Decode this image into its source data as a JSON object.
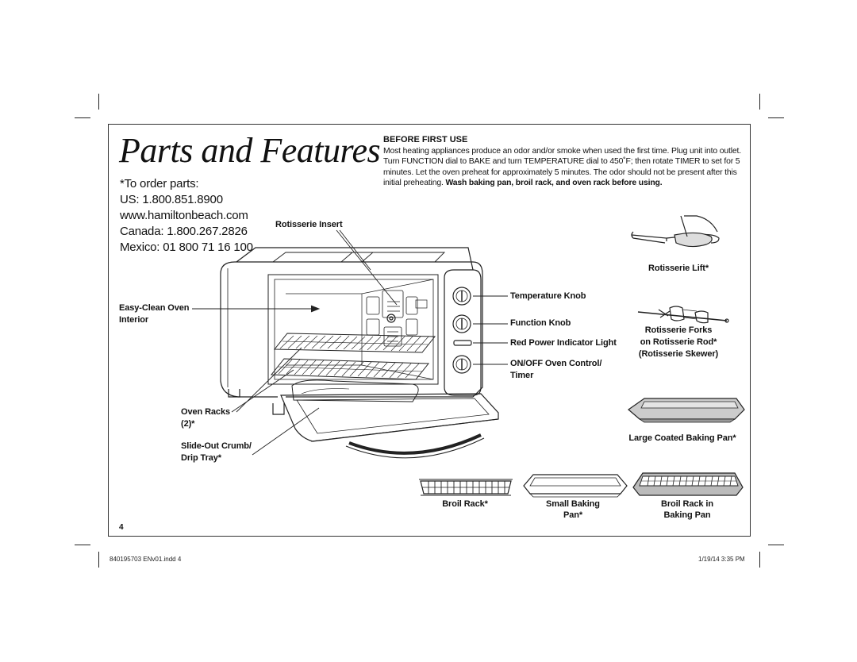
{
  "page": {
    "title": "Parts and Features",
    "page_number": "4"
  },
  "contact": {
    "order_parts": "*To order parts:",
    "us": "US: 1.800.851.8900",
    "website": "www.hamiltonbeach.com",
    "canada": "Canada: 1.800.267.2826",
    "mexico": "Mexico: 01 800 71 16 100"
  },
  "before_first_use": {
    "heading": "BEFORE FIRST USE",
    "body": "Most heating appliances produce an odor and/or smoke when used the first time. Plug unit into outlet. Turn FUNCTION dial to BAKE and turn TEMPERATURE dial to 450˚F; then rotate TIMER to set for 5 minutes. Let the oven preheat for approximately 5 minutes. The odor should not be present after this initial preheating.",
    "body_bold": "Wash baking pan, broil rack, and oven rack before using."
  },
  "labels": {
    "rotisserie_insert": "Rotisserie Insert",
    "easy_clean_1": "Easy-Clean Oven",
    "easy_clean_2": "Interior",
    "temperature_knob": "Temperature Knob",
    "function_knob": "Function Knob",
    "red_power": "Red Power Indicator Light",
    "onoff_1": "ON/OFF Oven Control/",
    "onoff_2": "Timer",
    "oven_racks_1": "Oven Racks",
    "oven_racks_2": "(2)*",
    "crumb_1": "Slide-Out Crumb/",
    "crumb_2": "Drip Tray*",
    "rotisserie_lift": "Rotisserie Lift*",
    "forks_1": "Rotisserie Forks",
    "forks_2": "on Rotisserie Rod*",
    "forks_3": "(Rotisserie Skewer)",
    "large_pan": "Large Coated Baking Pan*",
    "broil_rack": "Broil Rack*",
    "small_pan_1": "Small Baking",
    "small_pan_2": "Pan*",
    "broil_in_pan_1": "Broil Rack in",
    "broil_in_pan_2": "Baking Pan"
  },
  "footer": {
    "file": "840195703 ENv01.indd   4",
    "date": "1/19/14   3:35 PM"
  }
}
